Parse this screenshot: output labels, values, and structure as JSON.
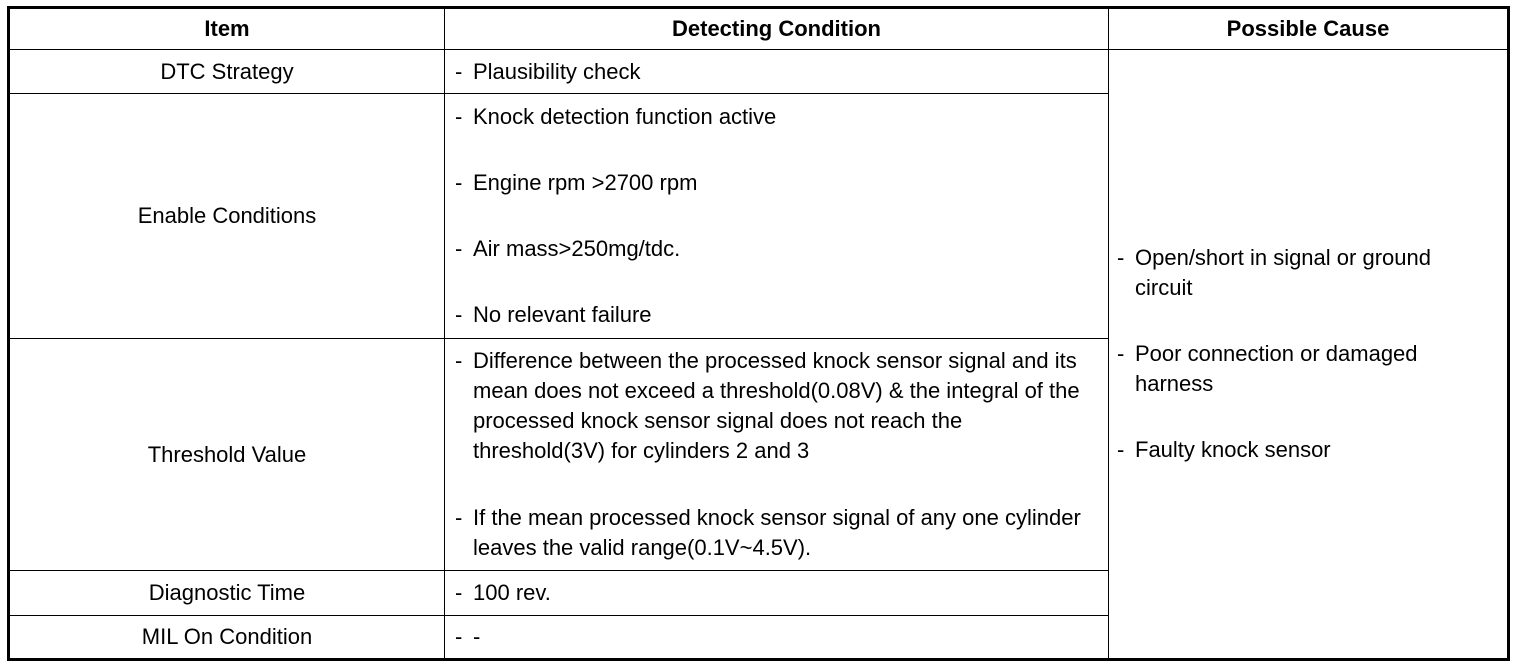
{
  "headers": {
    "item": "Item",
    "condition": "Detecting Condition",
    "cause": "Possible Cause"
  },
  "rows": [
    {
      "item": "DTC Strategy",
      "conditions": [
        "Plausibility check"
      ]
    },
    {
      "item": "Enable Conditions",
      "conditions": [
        "Knock detection function active",
        "Engine rpm >2700 rpm",
        "Air mass>250mg/tdc.",
        "No relevant failure"
      ]
    },
    {
      "item": "Threshold Value",
      "conditions": [
        "Difference between the processed knock sensor signal and its mean does not exceed a threshold(0.08V) & the integral of the processed knock sensor signal does not reach the threshold(3V) for cylinders 2 and 3",
        "If the mean processed knock sensor signal of any one cylinder leaves the valid range(0.1V~4.5V)."
      ]
    },
    {
      "item": "Diagnostic Time",
      "conditions": [
        "100 rev."
      ]
    },
    {
      "item": "MIL On Condition",
      "conditions": [
        "-"
      ]
    }
  ],
  "possible_causes": [
    "Open/short in signal or ground circuit",
    "Poor connection or damaged harness",
    "Faulty knock sensor"
  ]
}
